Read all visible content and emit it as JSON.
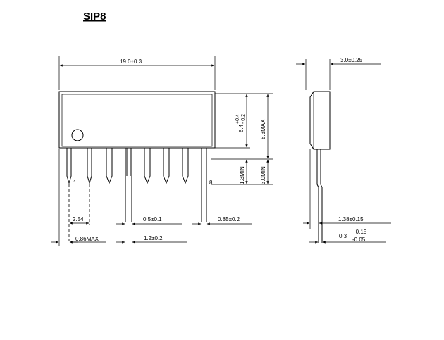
{
  "title": "SIP8",
  "front_view": {
    "body_width": "19.0±0.3",
    "body_height": "6.4",
    "body_height_tol_plus": "+0.4",
    "body_height_tol_minus": "- 0.2",
    "overall_height": "8.3MAX",
    "lead_standoff": "1.3MIN",
    "lead_length": "3.0MIN",
    "pitch": "2.54",
    "lead_width_upper": "0.5±0.1",
    "lead_width_offset": "0.85±0.2",
    "lead_protrusion": "0.86MAX",
    "lead_width_lower": "1.2±0.2",
    "pin_first": "1",
    "pin_last": "8"
  },
  "side_view": {
    "thickness": "3.0±0.25",
    "lead_spacing": "1.38±0.15",
    "lead_thickness": "0.3",
    "lead_thickness_tol_plus": "+0.15",
    "lead_thickness_tol_minus": "-0.05"
  }
}
